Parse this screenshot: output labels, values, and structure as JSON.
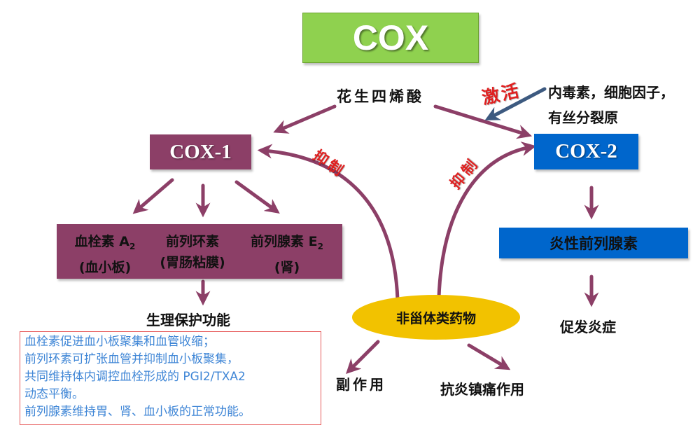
{
  "title": "COX",
  "source": "花生四烯酸",
  "activate_label": "激活",
  "stimuli": [
    "内毒素，细胞因子，",
    "有丝分裂原"
  ],
  "cox1": {
    "label": "COX-1",
    "products": [
      {
        "name": "血栓素 A",
        "sub": "2",
        "site": "(血小板)"
      },
      {
        "name": "前列环素",
        "sub": "",
        "site": "(胃肠粘膜)"
      },
      {
        "name": "前列腺素 E",
        "sub": "2",
        "site": "(肾)"
      }
    ],
    "outcome": "生理保护功能"
  },
  "cox2": {
    "label": "COX-2",
    "product": "炎性前列腺素",
    "outcome": "促发炎症"
  },
  "inhibit_label": "抑制",
  "drug": {
    "name": "非甾体类药物",
    "side_effect": "副作用",
    "effect": "抗炎镇痛作用"
  },
  "note": [
    "血栓素促进血小板聚集和血管收缩；",
    "前列环素可扩张血管并抑制血小板聚集，",
    "共同维持体内调控血栓形成的 PGI2/TXA2",
    "动态平衡。",
    "前列腺素维持胃、肾、血小板的正常功能。"
  ],
  "colors": {
    "arrow": "#8c3f67",
    "cox1_box": "#8c3f67",
    "cox2_box": "#0066cc",
    "title_box": "#8fd14f",
    "drug_ellipse": "#f2c200",
    "activate_arrow": "#3d5a80",
    "red_text": "#e02020",
    "note_text": "#3f86d6"
  }
}
